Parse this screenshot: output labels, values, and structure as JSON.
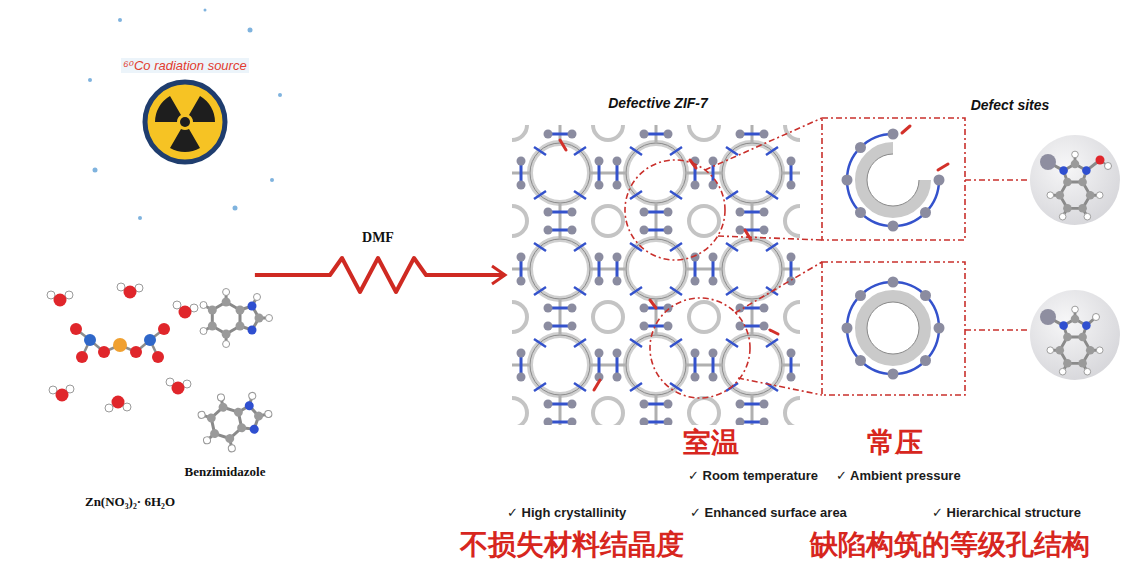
{
  "diagram": {
    "nodes": [
      {
        "text": [
          "⁶⁰Co radiation source"
        ]
      },
      {
        "text": [
          "Zn(NO₃)₂· 6H₂O",
          "Benzimidazole"
        ]
      },
      {
        "text": [
          "Defective ZIF-7"
        ]
      }
    ],
    "edges": [
      {
        "from": 1,
        "to": 2,
        "arrow": "to",
        "label": "DMF"
      }
    ],
    "labels": [
      "Defect sites",
      "室温",
      "常压",
      "✓ Room temperature",
      "✓ Ambient pressure",
      "✓ High crystallinity",
      "✓ Enhanced surface area",
      "✓ Hierarchical structure",
      "不损失材料结晶度",
      "缺陷构筑的等级孔结构"
    ]
  }
}
